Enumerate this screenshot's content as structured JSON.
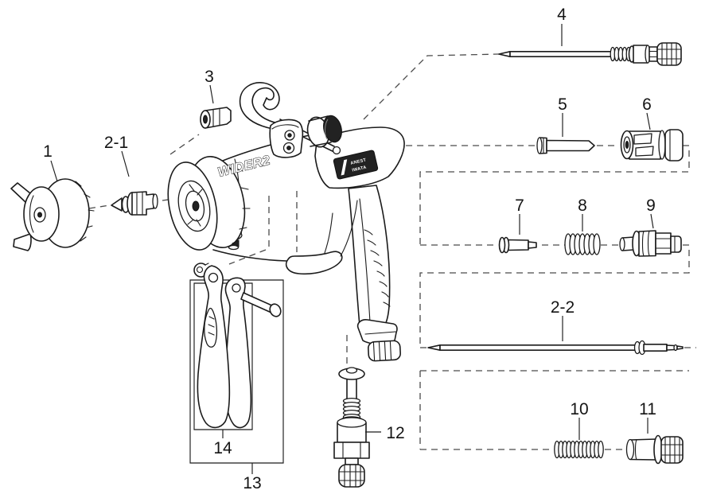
{
  "diagram": {
    "type": "exploded-parts-diagram",
    "subject": "spray gun",
    "colors": {
      "background": "#ffffff",
      "line": "#1b1b1b",
      "dash": "#4a4a4a",
      "badge": "#1e1e1e"
    },
    "gun": {
      "model_text": "WIDER2",
      "badge_line1": "ANEST",
      "badge_line2": "IWATA"
    },
    "labels": {
      "n1": "1",
      "n2_1": "2-1",
      "n3": "3",
      "n4": "4",
      "n5": "5",
      "n6": "6",
      "n7": "7",
      "n8": "8",
      "n9": "9",
      "n2_2": "2-2",
      "n10": "10",
      "n11": "11",
      "n12": "12",
      "n13": "13",
      "n14": "14"
    }
  }
}
